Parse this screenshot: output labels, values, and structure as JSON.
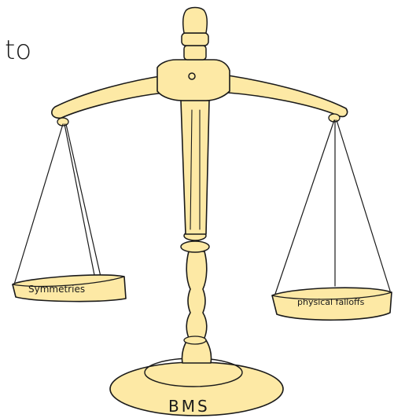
{
  "corner_text": "to",
  "left_pan_label": "Symmetries",
  "right_pan_label": "physical falloffs",
  "base_label": "BMS",
  "colors": {
    "brass_fill": "#fde9a5",
    "ink": "#1a1a1a",
    "background": "#ffffff"
  }
}
